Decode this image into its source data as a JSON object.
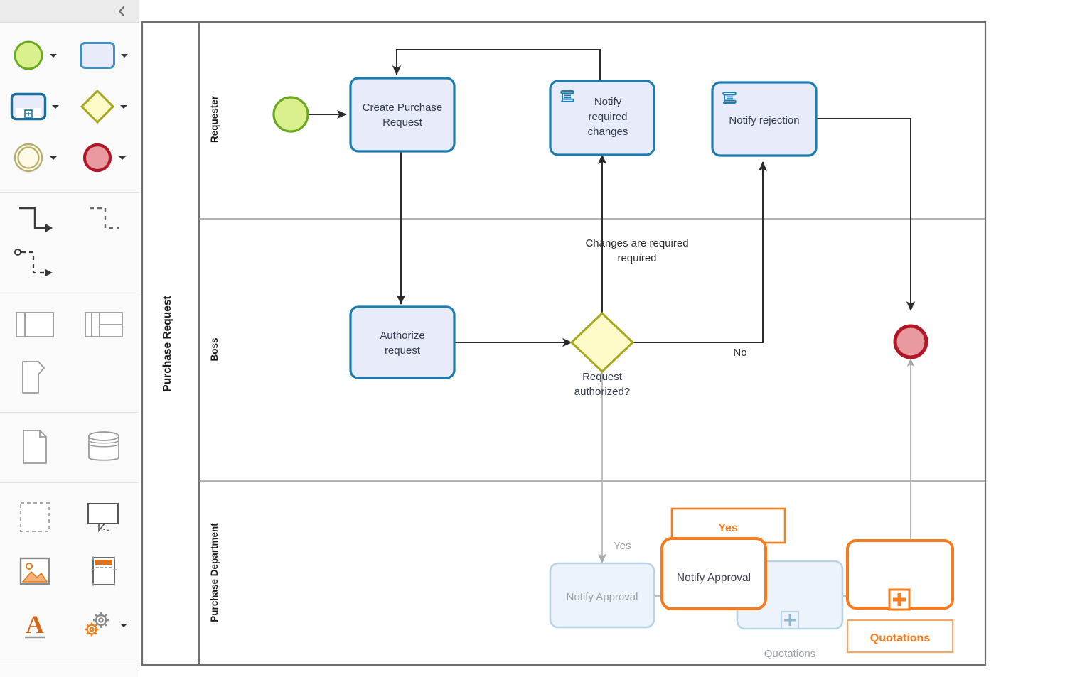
{
  "sidebar": {
    "collapse_label": "collapse-panel",
    "groups": [
      {
        "name": "events-activities",
        "items": [
          {
            "icon": "start-event-shape",
            "label": "Start Event",
            "has_caret": true
          },
          {
            "icon": "task-shape",
            "label": "Task",
            "has_caret": true
          },
          {
            "icon": "subprocess-shape",
            "label": "Sub-Process",
            "has_caret": true
          },
          {
            "icon": "gateway-shape",
            "label": "Gateway",
            "has_caret": true
          },
          {
            "icon": "intermediate-event-shape",
            "label": "Intermediate Event",
            "has_caret": true
          },
          {
            "icon": "end-event-shape",
            "label": "End Event",
            "has_caret": true
          }
        ]
      },
      {
        "name": "connectors",
        "items": [
          {
            "icon": "sequence-flow-icon",
            "label": "Sequence Flow",
            "has_caret": false
          },
          {
            "icon": "association-dashed-icon",
            "label": "Association",
            "has_caret": false
          },
          {
            "icon": "message-flow-icon",
            "label": "Message Flow",
            "has_caret": false
          }
        ]
      },
      {
        "name": "pools-lanes",
        "items": [
          {
            "icon": "pool-icon",
            "label": "Pool",
            "has_caret": false
          },
          {
            "icon": "lane-grid-icon",
            "label": "Lanes",
            "has_caret": false
          },
          {
            "icon": "annotation-bracket-icon",
            "label": "Text Annotation",
            "has_caret": false
          }
        ]
      },
      {
        "name": "data",
        "items": [
          {
            "icon": "data-object-icon",
            "label": "Data Object",
            "has_caret": false
          },
          {
            "icon": "data-store-icon",
            "label": "Data Store",
            "has_caret": false
          }
        ]
      },
      {
        "name": "misc",
        "items": [
          {
            "icon": "group-dashed-icon",
            "label": "Group",
            "has_caret": false
          },
          {
            "icon": "callout-icon",
            "label": "Callout",
            "has_caret": false
          },
          {
            "icon": "image-icon",
            "label": "Image",
            "has_caret": false
          },
          {
            "icon": "container-icon",
            "label": "Container",
            "has_caret": false
          },
          {
            "icon": "text-icon",
            "label": "Text",
            "has_caret": false
          },
          {
            "icon": "gears-icon",
            "label": "Options",
            "has_caret": true
          }
        ]
      }
    ]
  },
  "diagram": {
    "pool": {
      "label": "Purchase Request"
    },
    "lanes": [
      {
        "id": "requester",
        "label": "Requester"
      },
      {
        "id": "boss",
        "label": "Boss"
      },
      {
        "id": "purchase-department",
        "label": "Purchase Department"
      }
    ],
    "nodes": [
      {
        "id": "start",
        "type": "start-event",
        "label": ""
      },
      {
        "id": "create-purchase-request",
        "type": "task",
        "label": "Create Purchase Request"
      },
      {
        "id": "notify-required-changes",
        "type": "task-script",
        "label": "Notify required changes"
      },
      {
        "id": "notify-rejection",
        "type": "task-script",
        "label": "Notify rejection"
      },
      {
        "id": "authorize-request",
        "type": "task",
        "label": "Authorize request"
      },
      {
        "id": "request-authorized",
        "type": "gateway",
        "label": "Request authorized?"
      },
      {
        "id": "end",
        "type": "end-event",
        "label": ""
      },
      {
        "id": "notify-approval",
        "type": "task-ghost",
        "label": "Notify Approval"
      },
      {
        "id": "quotations",
        "type": "subprocess-ghost",
        "label": "Quotations"
      }
    ],
    "flow_labels": [
      {
        "id": "changes-are-required",
        "text": "Changes are required"
      },
      {
        "id": "no",
        "text": "No"
      },
      {
        "id": "yes-ghost",
        "text": "Yes"
      }
    ],
    "drag_preview": {
      "yes_label": "Yes",
      "notify_approval_label": "Notify Approval",
      "quotations_label": "Quotations"
    }
  },
  "colors": {
    "task_fill": "#e8ecfa",
    "task_stroke": "#1a7cb0",
    "start_fill": "#d9f08c",
    "start_stroke": "#6aa820",
    "end_fill": "#e89aa0",
    "end_stroke": "#b01828",
    "gateway_fill": "#fcfbc8",
    "gateway_stroke": "#a8a820",
    "drag_orange": "#f57c1f",
    "ghost_stroke": "#b8d4e4",
    "ghost_fill": "#edf3fa",
    "ghost_text": "#9aa0a6",
    "flow_line": "#3a3a3a",
    "pool_line": "#808080"
  }
}
